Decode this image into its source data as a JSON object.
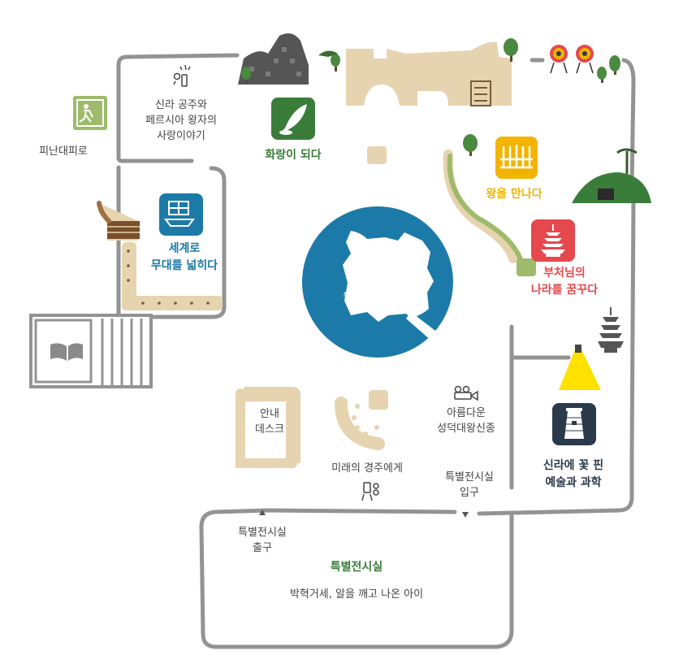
{
  "colors": {
    "wall": "#939393",
    "sand": "#e6d3b0",
    "green": "#3a7d3a",
    "yellow": "#f2b400",
    "red": "#e5484d",
    "blue": "#1c7aa8",
    "navy": "#2b3a4a",
    "olive": "#9dbb6b"
  },
  "labels": {
    "exit": "피난대피로",
    "love_story": [
      "신라 공주와",
      "페르시아 왕자의",
      "사랑이야기"
    ],
    "video": "월지를 만들어요",
    "info_desk": [
      "안내",
      "데스크"
    ],
    "future_princess": "미래의 경주에게",
    "bell": [
      "아름다운",
      "성덕대왕신종"
    ],
    "special_entrance": [
      "특별전시실",
      "입구"
    ],
    "special_exit": [
      "특별전시실",
      "출구"
    ],
    "special_subtitle": "박혁거세, 알을 깨고 나온 아이"
  },
  "zones": {
    "hwarang": "화랑이 되다",
    "king": "왕을 만나다",
    "buddha": [
      "부처님의",
      "나라를 꿈꾸다"
    ],
    "world": [
      "세계로",
      "무대를 넓히다"
    ],
    "art_science": [
      "신라에 꽃 핀",
      "예술과 과학"
    ],
    "special": "특별전시실"
  },
  "icons": [
    "exit-sign-icon",
    "audio-guide-icon",
    "feather-quill-icon",
    "crown-icon",
    "pagoda-icon",
    "ship-icon",
    "video-camera-icon",
    "cheomseongdae-icon",
    "book-icon",
    "spotlight-icon",
    "tree-icon",
    "target-icon"
  ]
}
